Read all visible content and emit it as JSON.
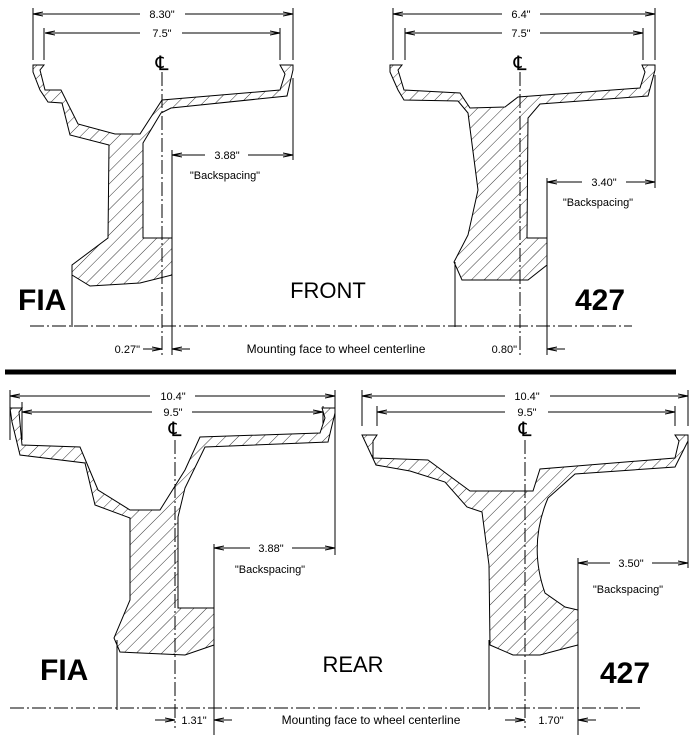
{
  "front": {
    "title": "FRONT",
    "fia": {
      "label": "FIA",
      "overall_width": "8.30\"",
      "rim_width": "7.5\"",
      "backspacing": "3.88\"",
      "backspacing_label": "\"Backspacing\"",
      "offset": "0.27\""
    },
    "car427": {
      "label": "427",
      "overall_width": "6.4\"",
      "rim_width": "7.5\"",
      "backspacing": "3.40\"",
      "backspacing_label": "\"Backspacing\"",
      "offset": "0.80\""
    },
    "mounting_note": "Mounting face to wheel centerline"
  },
  "rear": {
    "title": "REAR",
    "fia": {
      "label": "FIA",
      "overall_width": "10.4\"",
      "rim_width": "9.5\"",
      "backspacing": "3.88\"",
      "backspacing_label": "\"Backspacing\"",
      "offset": "1.31\""
    },
    "car427": {
      "label": "427",
      "overall_width": "10.4\"",
      "rim_width": "9.5\"",
      "backspacing": "3.50\"",
      "backspacing_label": "\"Backspacing\"",
      "offset": "1.70\""
    },
    "mounting_note": "Mounting face to wheel centerline"
  },
  "centerline_symbol": "℄"
}
